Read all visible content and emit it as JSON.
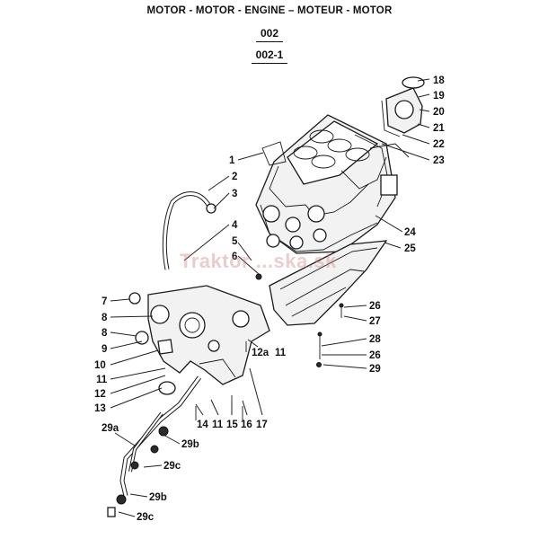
{
  "header": {
    "title": "MOTOR - MOTOR - ENGINE – MOTEUR - MOTOR",
    "code": "002",
    "subcode": "002-1"
  },
  "watermark": "Traktor ...ska.sk",
  "callouts": [
    "1",
    "2",
    "3",
    "4",
    "5",
    "6",
    "7",
    "8",
    "8",
    "9",
    "10",
    "11",
    "12",
    "13",
    "12a",
    "11",
    "14",
    "11",
    "15",
    "16",
    "17",
    "18",
    "19",
    "20",
    "21",
    "22",
    "23",
    "24",
    "25",
    "26",
    "27",
    "28",
    "26",
    "29",
    "29a",
    "29b",
    "29c",
    "29b",
    "29c"
  ]
}
